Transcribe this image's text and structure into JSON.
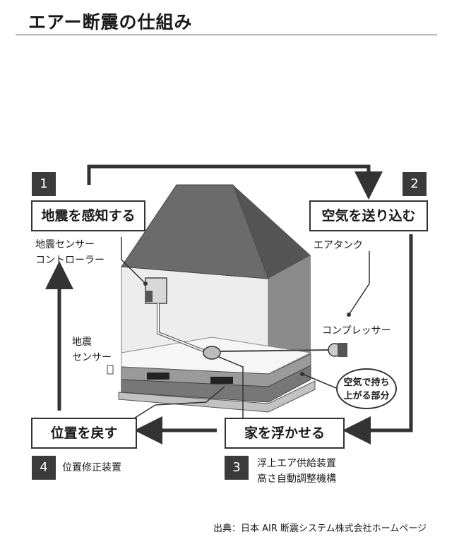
{
  "title": "エアー断震の仕組み",
  "steps": [
    {
      "num": "1",
      "label": "地震を感知する"
    },
    {
      "num": "2",
      "label": "空気を送り込む"
    },
    {
      "num": "3",
      "label": "家を浮かせる"
    },
    {
      "num": "4",
      "label": "位置を戻す"
    }
  ],
  "labels": {
    "controller_line1": "地震センサー",
    "controller_line2": "コントローラー",
    "air_tank": "エアタンク",
    "compressor": "コンプレッサー",
    "sensor_line1": "地震",
    "sensor_line2": "センサー",
    "lift_part_line1": "空気で持ち",
    "lift_part_line2": "上がる部分",
    "step3_detail_line1": "浮上エア供給装置",
    "step3_detail_line2": "高さ自動調整機構",
    "step4_detail": "位置修正装置"
  },
  "source": "出典：日本 AIR 断震システム株式会社ホームページ"
}
